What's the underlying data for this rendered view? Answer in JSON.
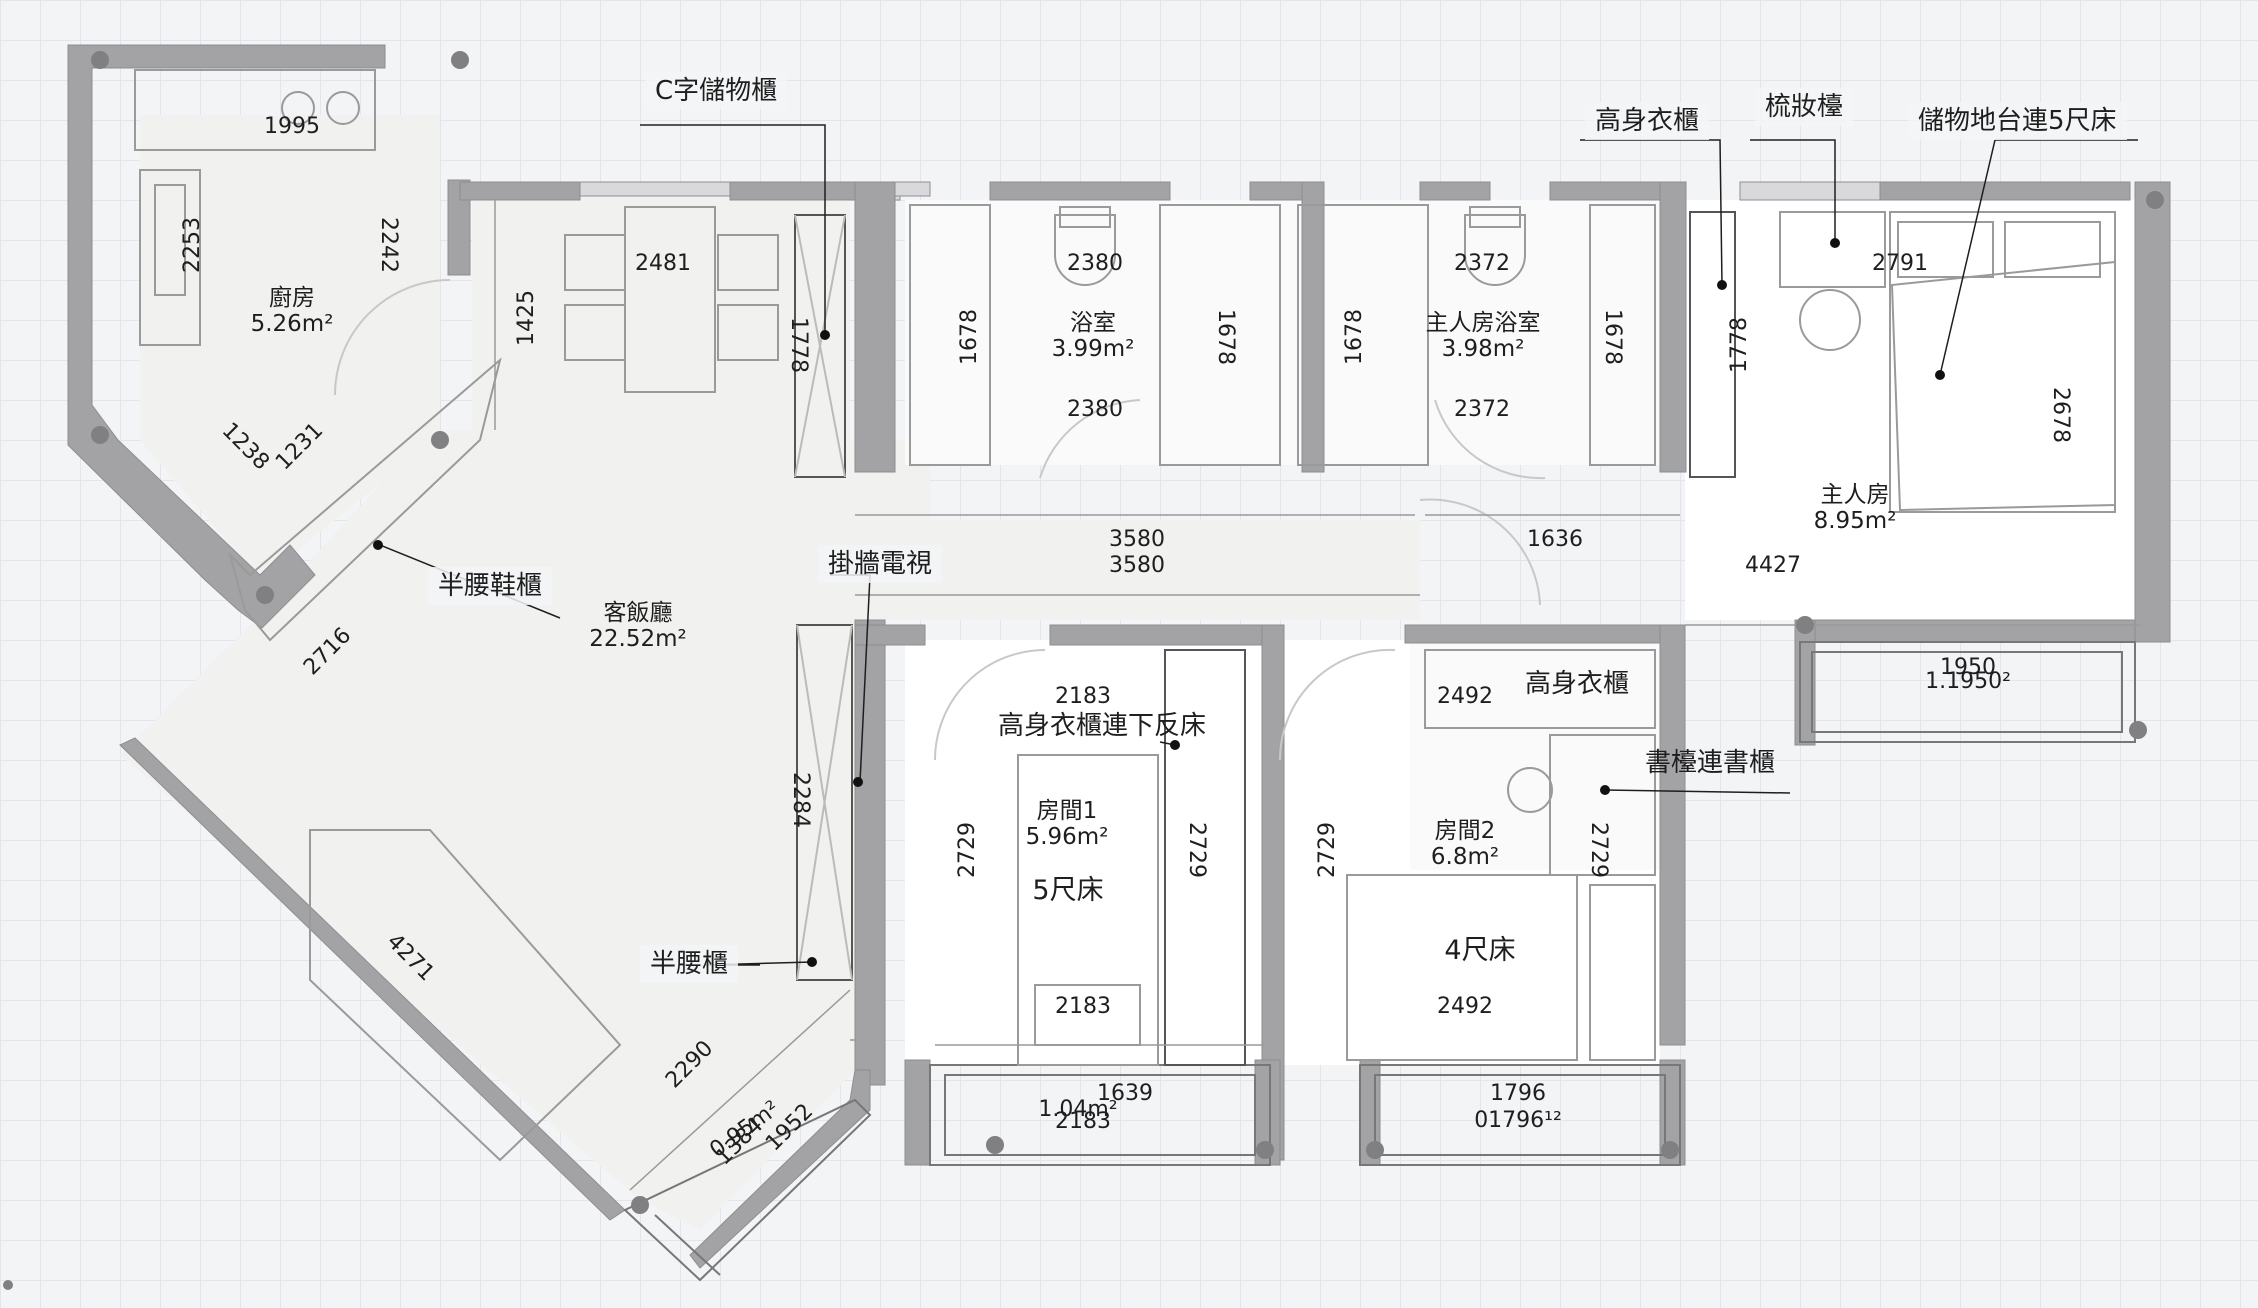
{
  "rooms": {
    "kitchen": {
      "name": "廚房",
      "area": "5.26m²"
    },
    "living": {
      "name": "客飯廳",
      "area": "22.52m²"
    },
    "bath": {
      "name": "浴室",
      "area": "3.99m²"
    },
    "master_bath": {
      "name": "主人房浴室",
      "area": "3.98m²"
    },
    "master": {
      "name": "主人房",
      "area": "8.95m²"
    },
    "room1": {
      "name": "房間1",
      "area": "5.96m²"
    },
    "room2": {
      "name": "房間2",
      "area": "6.8m²"
    }
  },
  "callouts": {
    "c_storage": "C字儲物櫃",
    "tall_wardrobe": "高身衣櫃",
    "dresser": "梳妝檯",
    "storage_platform": "儲物地台連5尺床",
    "half_shoe": "半腰鞋櫃",
    "wall_tv": "掛牆電視",
    "half_cabinet": "半腰櫃",
    "wardrobe_bed": "高身衣櫃連下反床",
    "tall_wardrobe2": "高身衣櫃",
    "desk_shelf": "書檯連書櫃"
  },
  "beds": {
    "room1": "5尺床",
    "room2": "4尺床"
  },
  "dims": {
    "d1995": "1995",
    "d2253": "2253",
    "d2242": "2242",
    "d1238": "1238",
    "d1231": "1231",
    "d2481": "2481",
    "d1425": "1425",
    "d1778a": "1778",
    "d2380a": "2380",
    "d1678a": "1678",
    "d2380b": "2380",
    "d1678b": "1678",
    "d1678c": "1678",
    "d2372a": "2372",
    "d1678d": "1678",
    "d2372b": "2372",
    "d1778b": "1778",
    "d2791": "2791",
    "d2678": "2678",
    "d3580a": "3580",
    "d3580b": "3580",
    "d1636": "1636",
    "d4427": "4427",
    "d1950a": "1950",
    "d1950b": "1.1950²",
    "d2716": "2716",
    "d2284": "2284",
    "d4271": "4271",
    "d2290": "2290",
    "d095": "0.95m²",
    "d1384": "1384",
    "d1952": "1952",
    "d2183a": "2183",
    "d2729a": "2729",
    "d2729b": "2729",
    "d2183b": "2183",
    "d1639": "1639",
    "d104": "1.04m²",
    "d2183c": "2183",
    "d2729c": "2729",
    "d2492a": "2492",
    "d2729d": "2729",
    "d2492b": "2492",
    "d1796a": "1796",
    "d1796b": "01796¹²"
  },
  "colors": {
    "wall": "#a3a3a6",
    "floor": "#f1f1ef",
    "room": "#ffffff",
    "line": "#1e1e1e",
    "grid": "#e3e5ea"
  }
}
